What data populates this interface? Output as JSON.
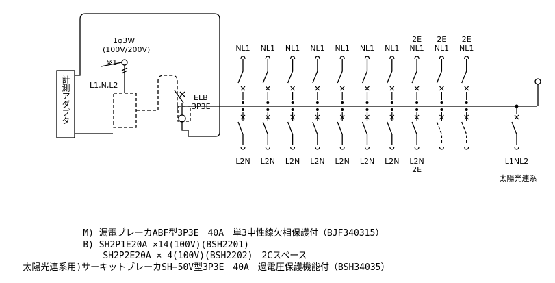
{
  "adapter": {
    "label": "計測アダプタ"
  },
  "supply": {
    "phase": "1φ3W",
    "voltage": "(100V/200V)",
    "mark": "※1"
  },
  "lines": {
    "label": "L1,N,L2"
  },
  "main_breaker": {
    "model": "ELB",
    "poles": "3P3E"
  },
  "branches": [
    {
      "top": [
        "NL1"
      ],
      "bottom": [
        "L2N"
      ],
      "spare": false
    },
    {
      "top": [
        "NL1"
      ],
      "bottom": [
        "L2N"
      ],
      "spare": false
    },
    {
      "top": [
        "NL1"
      ],
      "bottom": [
        "L2N"
      ],
      "spare": false
    },
    {
      "top": [
        "NL1"
      ],
      "bottom": [
        "L2N"
      ],
      "spare": false
    },
    {
      "top": [
        "NL1"
      ],
      "bottom": [
        "L2N"
      ],
      "spare": false
    },
    {
      "top": [
        "NL1"
      ],
      "bottom": [
        "L2N"
      ],
      "spare": false
    },
    {
      "top": [
        "NL1"
      ],
      "bottom": [
        "L2N"
      ],
      "spare": false
    },
    {
      "top": [
        "2E",
        "NL1"
      ],
      "bottom": [
        "L2N",
        "2E"
      ],
      "spare": false
    },
    {
      "top": [
        "2E",
        "NL1"
      ],
      "bottom": [],
      "spare": true
    },
    {
      "top": [
        "2E",
        "NL1"
      ],
      "bottom": [],
      "spare": true
    }
  ],
  "solar": {
    "terminal": "L1NL2",
    "label": "太陽光連系"
  },
  "notes": [
    {
      "prefix": "M)",
      "text": "漏電ブレーカABF型3P3E　40A　単3中性線欠相保護付（BJF340315）"
    },
    {
      "prefix": "B)",
      "text": "SH2P1E20A ×14(100V)(BSH2201)"
    },
    {
      "prefix": "",
      "text": "SH2P2E20A × 4(100V)(BSH2202)　2Cスペース"
    },
    {
      "prefix": "太陽光連系用)",
      "text": "サーキットブレーカSH−50V型3P3E　40A　過電圧保護機能付（BSH34035）"
    }
  ]
}
